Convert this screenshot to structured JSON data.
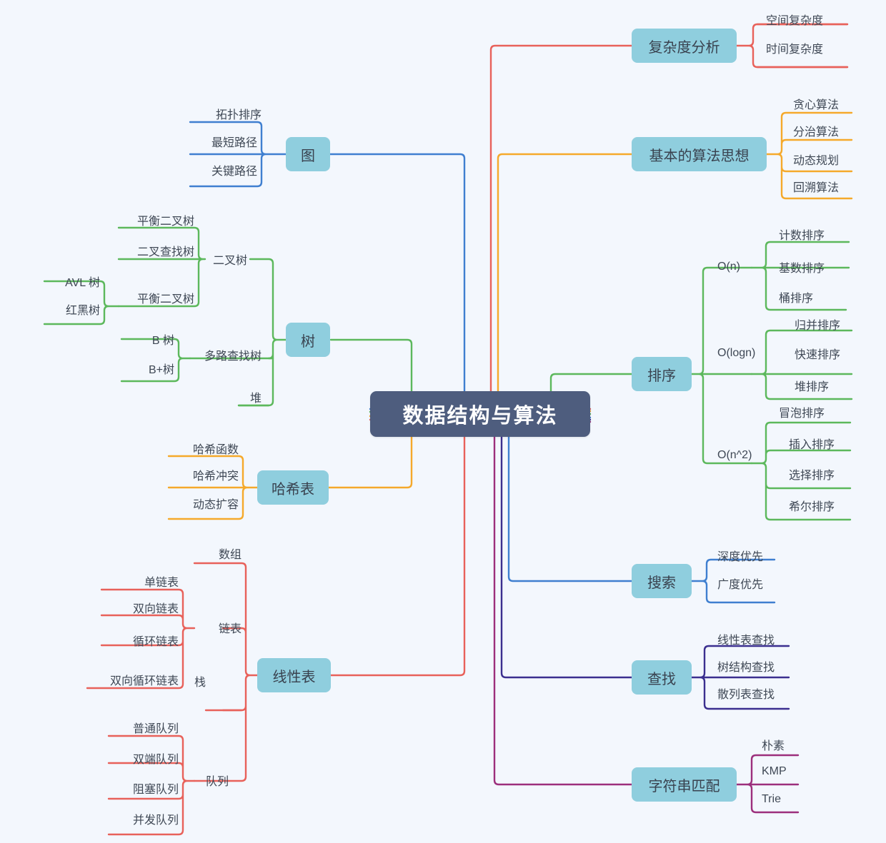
{
  "meta": {
    "diagram_title": "数据结构与算法",
    "background_color": "#f3f7fd",
    "root_color": "#4e5d7e",
    "node_color": "#8fcede",
    "text_color": "#3f4855"
  },
  "root": {
    "label": "数据结构与算法"
  },
  "branches": {
    "complexity": {
      "label": "复杂度分析",
      "color": "#e8615a",
      "children": [
        {
          "label": "空间复杂度"
        },
        {
          "label": "时间复杂度"
        }
      ]
    },
    "algorithm_ideas": {
      "label": "基本的算法思想",
      "color": "#f5a92b",
      "children": [
        {
          "label": "贪心算法"
        },
        {
          "label": "分治算法"
        },
        {
          "label": "动态规划"
        },
        {
          "label": "回溯算法"
        }
      ]
    },
    "sorting": {
      "label": "排序",
      "color": "#5cb85c",
      "children": [
        {
          "label": "O(n)",
          "children": [
            {
              "label": "计数排序"
            },
            {
              "label": "基数排序"
            },
            {
              "label": "桶排序"
            }
          ]
        },
        {
          "label": "O(logn)",
          "children": [
            {
              "label": "归并排序"
            },
            {
              "label": "快速排序"
            },
            {
              "label": "堆排序"
            }
          ]
        },
        {
          "label": "O(n^2)",
          "children": [
            {
              "label": "冒泡排序"
            },
            {
              "label": "插入排序"
            },
            {
              "label": "选择排序"
            },
            {
              "label": "希尔排序"
            }
          ]
        }
      ]
    },
    "search": {
      "label": "搜索",
      "color": "#3f7fd0",
      "children": [
        {
          "label": "深度优先"
        },
        {
          "label": "广度优先"
        }
      ]
    },
    "lookup": {
      "label": "查找",
      "color": "#3b2f8f",
      "children": [
        {
          "label": "线性表查找"
        },
        {
          "label": "树结构查找"
        },
        {
          "label": "散列表查找"
        }
      ]
    },
    "string_matching": {
      "label": "字符串匹配",
      "color": "#9c2f7c",
      "children": [
        {
          "label": "朴素"
        },
        {
          "label": "KMP"
        },
        {
          "label": "Trie"
        }
      ]
    },
    "graph": {
      "label": "图",
      "color": "#3f7fd0",
      "children": [
        {
          "label": "拓扑排序"
        },
        {
          "label": "最短路径"
        },
        {
          "label": "关键路径"
        }
      ]
    },
    "tree": {
      "label": "树",
      "color": "#5cb85c",
      "children": [
        {
          "label": "二叉树",
          "children": [
            {
              "label": "平衡二叉树"
            },
            {
              "label": "二叉查找树"
            },
            {
              "label": "平衡二叉树",
              "children": [
                {
                  "label": "AVL 树"
                },
                {
                  "label": "红黑树"
                }
              ]
            }
          ]
        },
        {
          "label": "多路查找树",
          "children": [
            {
              "label": "B 树"
            },
            {
              "label": "B+树"
            }
          ]
        },
        {
          "label": "堆"
        }
      ]
    },
    "hash_table": {
      "label": "哈希表",
      "color": "#f5a92b",
      "children": [
        {
          "label": "哈希函数"
        },
        {
          "label": "哈希冲突"
        },
        {
          "label": "动态扩容"
        }
      ]
    },
    "linear_list": {
      "label": "线性表",
      "color": "#e8615a",
      "children": [
        {
          "label": "数组"
        },
        {
          "label": "链表",
          "children": [
            {
              "label": "单链表"
            },
            {
              "label": "双向链表"
            },
            {
              "label": "循环链表"
            },
            {
              "label": "双向循环链表"
            }
          ]
        },
        {
          "label": "栈"
        },
        {
          "label": "队列",
          "children": [
            {
              "label": "普通队列"
            },
            {
              "label": "双端队列"
            },
            {
              "label": "阻塞队列"
            },
            {
              "label": "并发队列"
            }
          ]
        }
      ]
    }
  }
}
